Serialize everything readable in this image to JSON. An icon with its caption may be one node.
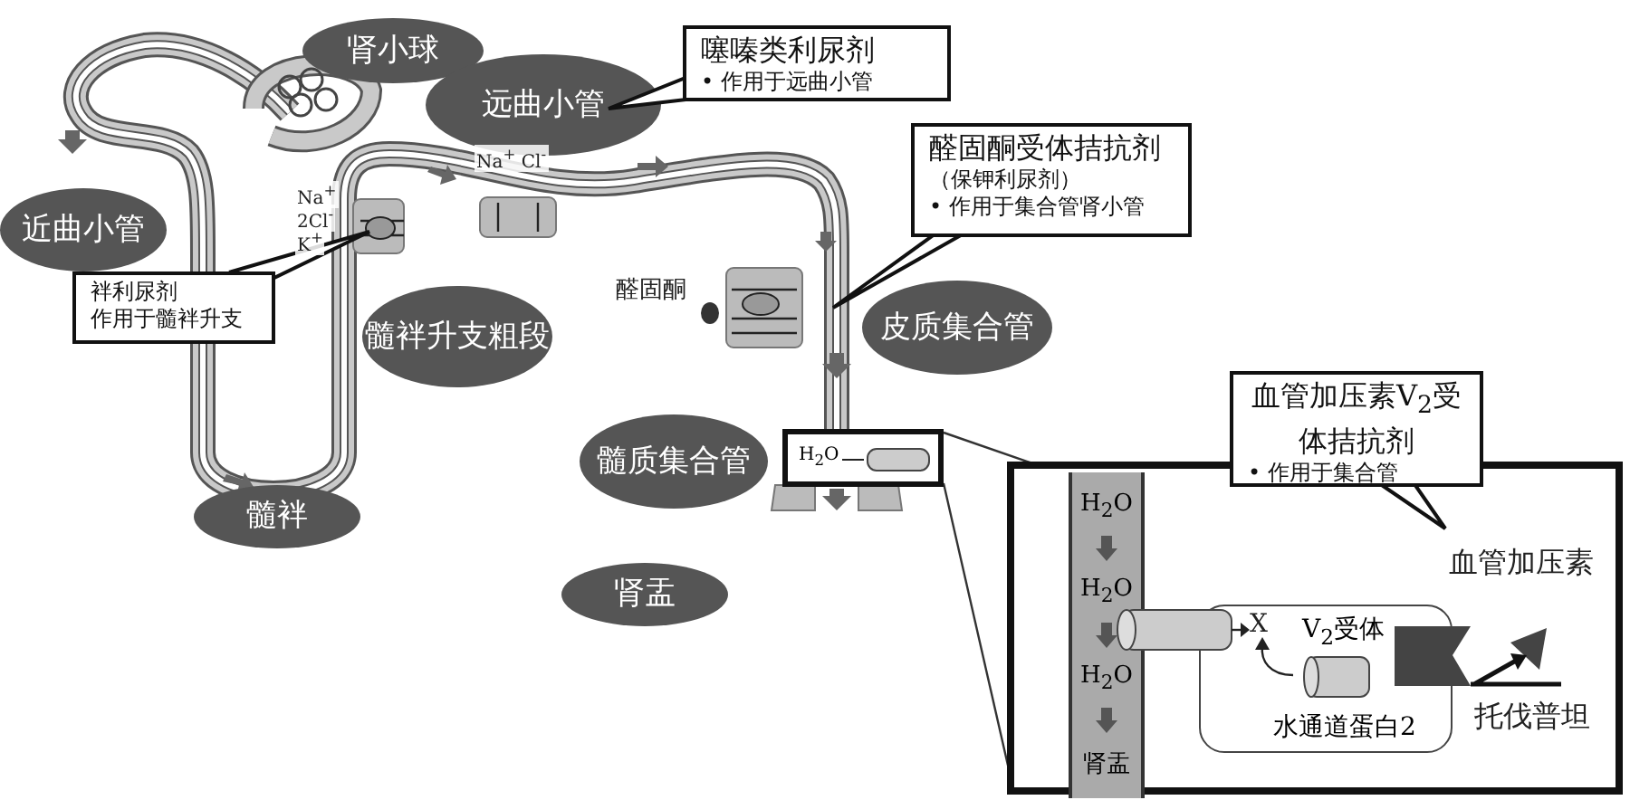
{
  "diagram": {
    "nodes": [
      {
        "text": [
          "肾小球"
        ]
      },
      {
        "text": [
          "远曲小管"
        ]
      },
      {
        "text": [
          "噻嗪类利尿剂",
          "• 作用于远曲小管"
        ]
      },
      {
        "text": [
          "近曲小管"
        ]
      },
      {
        "text": [
          "醛固酮受体拮抗剂",
          "（保钾利尿剂）",
          "• 作用于集合管肾小管"
        ]
      },
      {
        "text": [
          "袢利尿剂",
          "作用于髓袢升支"
        ]
      },
      {
        "text": [
          "髓袢升支粗段"
        ]
      },
      {
        "text": [
          "皮质集合管"
        ]
      },
      {
        "text": [
          "血管加压素V$_{2}$受体拮抗剂",
          "• 作用于集合管"
        ]
      },
      {
        "text": [
          "髓质集合管"
        ]
      },
      {
        "text": [
          "髓袢"
        ]
      },
      {
        "text": [
          "肾盂"
        ]
      },
      {
        "text": [],
        "shape": "box"
      },
      {
        "text": [
          "H$_{2}$O"
        ]
      },
      {
        "text": [
          "H$_{2}$O",
          "H$_{2}$O",
          "H$_{2}$O",
          "肾盂"
        ],
        "in": 12
      },
      {
        "text": [
          "V$_{2}$受体",
          "水通道蛋白2"
        ],
        "in": 12
      }
    ],
    "edges": [
      {
        "from": 13,
        "to": 12,
        "arrow": "none"
      },
      {
        "from": 13,
        "to": 12,
        "arrow": "none"
      }
    ],
    "labels": [
      "Na$^{+}$ Cl$^{-}$",
      "Na$^{+}$",
      "2Cl$^{-}$",
      "K$^{+}$",
      "醛固酮",
      "血管加压素",
      "X",
      "托伐普坦"
    ]
  }
}
